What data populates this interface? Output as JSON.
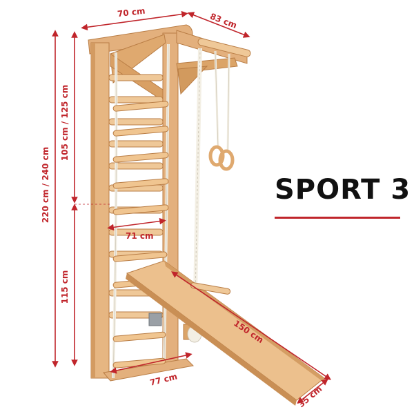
{
  "product": {
    "title": "SPORT 3"
  },
  "colors": {
    "accent": "#c0252b",
    "wood": "#e3b07d",
    "wood_dark": "#c98f55",
    "rope": "#f3efe4"
  },
  "dimensions": {
    "top_width": "70 cm",
    "top_depth": "83 cm",
    "total_height": "220 cm / 240 cm",
    "upper_height": "105 cm / 125 cm",
    "lower_height": "115 cm",
    "inner_width": "71 cm",
    "base_depth": "77 cm",
    "slide_length": "150 cm",
    "slide_width": "35 cm"
  }
}
